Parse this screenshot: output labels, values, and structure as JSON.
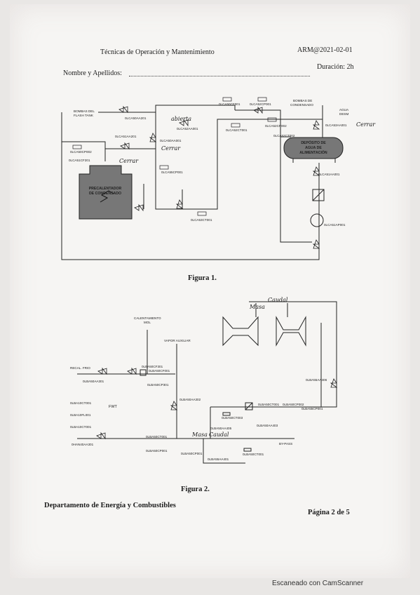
{
  "header": {
    "course": "Técnicas de Operación y Mantenimiento",
    "code": "ARM@2021-02-01",
    "name_label": "Nombre y Apellidos:",
    "duration": "Duración: 2h"
  },
  "figure1": {
    "caption": "Figura 1.",
    "labels": {
      "bombas_flash_1": "BOMBAS DEL",
      "bombas_flash_2": "FLASH TANK",
      "bombas_cond_1": "BOMBAS DE",
      "bombas_cond_2": "CONDENSADO",
      "agua_desm_1": "AGUA",
      "agua_desm_2": "DESM",
      "precal_1": "PRECALENTADOR",
      "precal_2": "DE CONDENSADO",
      "deposito_1": "DEPÓSITO DE",
      "deposito_2": "AGUA DE",
      "deposito_3": "ALIMENTACIÓN"
    },
    "tags": {
      "t1": "0LCA50AA201",
      "t2": "0LCA50CF001",
      "t3": "0LCA50CP002",
      "t4": "0LCA51AA201",
      "t5": "0LCA51CF201",
      "t6": "0LCA52AA001",
      "t7": "0LCA55CP001",
      "t8": "0LCA52CT001",
      "t9": "0LCA50AA001",
      "t10": "0LCA52CP002",
      "t11": "0LCA53CT001",
      "t12": "0LCA52CP001",
      "t13": "0LCA52CT002",
      "t14": "0LCA53AA001",
      "t15": "0LCA51AA001",
      "t16": "0LCA51AP001"
    },
    "handwritten": {
      "h1": "abierta",
      "h2": "Cerrar",
      "h3": "Cerrar",
      "h4": "Cerrar"
    }
  },
  "figure2": {
    "caption": "Figura 2.",
    "labels": {
      "calentamiento_1": "CALENTAMIENTO",
      "calentamiento_2": "MOL",
      "vapor_aux": "VAPOR AUXILIAR",
      "recal_frio": "RECAL. FRIO",
      "fwt": "FWT",
      "bypass": "BY-PASS"
    },
    "tags": {
      "t1": "0LBA50AA301",
      "t2": "0LBA50CF301",
      "t3": "0LBA50CP301",
      "t4": "0LBA50AA302",
      "t5": "0LBA50CT001",
      "t6": "0LBA50CP002",
      "t7": "0LBA50CT003",
      "t8": "0LBA50AA403",
      "t9": "0LBA50AA405",
      "t10": "0LBA55AA406",
      "t11": "0LBA50CT001",
      "t12": "0LBA50CP001",
      "t13": "0LBA55AA401",
      "t14": "0LBA10CT001",
      "t15": "0LBA10FL001",
      "t16": "0LBA10CT001",
      "t17": "0HAN40AA301",
      "t18": "0LBA50CP001",
      "t19": "0LBA50CT001",
      "t20": "0LBA55CP001",
      "t21": "0LBA50CF001"
    },
    "handwritten": {
      "h1": "Masa",
      "h2": "Caudal",
      "h3": "Masa",
      "h4": "Caudal"
    }
  },
  "footer": {
    "department": "Departamento de Energía y Combustibles",
    "page": "Página 2 de 5",
    "scanner": "Escaneado con CamScanner"
  }
}
